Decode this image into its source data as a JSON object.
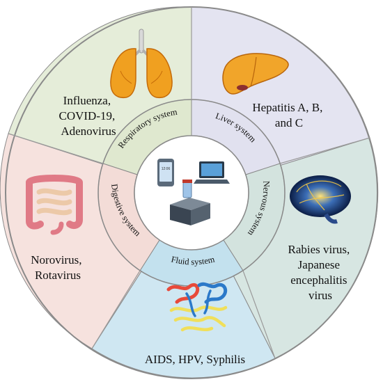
{
  "diagram": {
    "center_label": "",
    "colors": {
      "respiratory": "#e5edd9",
      "liver": "#e4e4f1",
      "nervous": "#d7e6e2",
      "fluid": "#cfe7f2",
      "digestive": "#f6e2de",
      "ring_respiratory": "#dfe8cf",
      "ring_liver": "#e1e1ef",
      "ring_nervous": "#d3e3de",
      "ring_fluid": "#c3e1ee",
      "ring_digestive": "#f3dcd7",
      "outline": "#8a8a8a"
    },
    "sectors": [
      {
        "id": "respiratory",
        "ring_label": "Respiratory system",
        "diseases": [
          "Influenza,",
          "COVID-19,",
          "Adenovirus"
        ],
        "icon": "lungs-icon"
      },
      {
        "id": "liver",
        "ring_label": "Liver system",
        "diseases": [
          "Hepatitis A, B,",
          "and C"
        ],
        "icon": "liver-icon"
      },
      {
        "id": "nervous",
        "ring_label": "Nervous system",
        "diseases": [
          "Rabies virus,",
          "Japanese",
          "encephalitis",
          "virus"
        ],
        "icon": "brain-icon"
      },
      {
        "id": "fluid",
        "ring_label": "Fluid system",
        "diseases": [
          "AIDS, HPV, Syphilis"
        ],
        "icon": "vessels-icon"
      },
      {
        "id": "digestive",
        "ring_label": "Digestive system",
        "diseases": [
          "Norovirus,",
          "Rotavirus"
        ],
        "icon": "intestine-icon"
      }
    ],
    "center_icons": [
      "phone-icon",
      "laptop-icon",
      "sample-tube-icon",
      "sensor-device-icon"
    ],
    "phone_screen_text": "12:06"
  }
}
